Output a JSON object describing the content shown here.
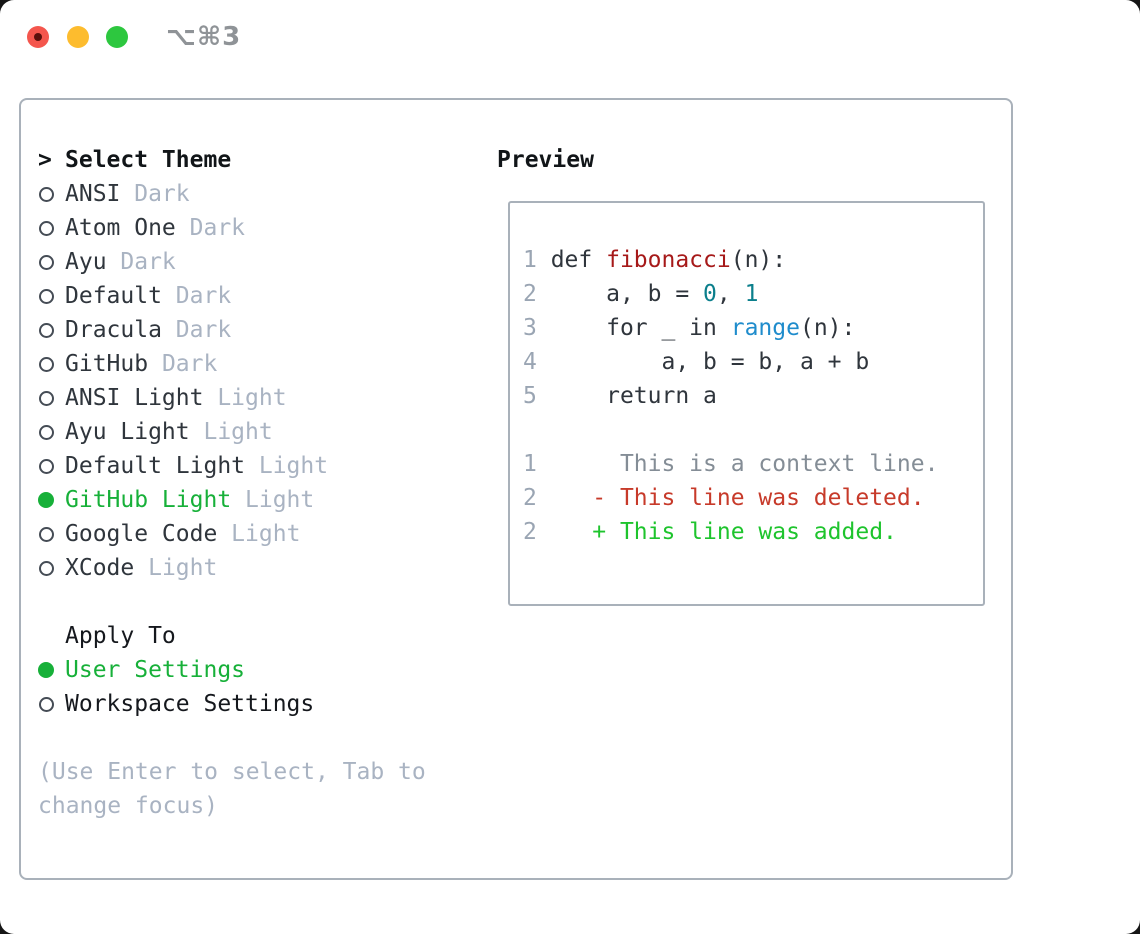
{
  "window": {
    "title": "⌥⌘3"
  },
  "theme_selector": {
    "cursor": ">",
    "header": "Select Theme",
    "items": [
      {
        "name": "ANSI",
        "variant": "Dark",
        "selected": false
      },
      {
        "name": "Atom One",
        "variant": "Dark",
        "selected": false
      },
      {
        "name": "Ayu",
        "variant": "Dark",
        "selected": false
      },
      {
        "name": "Default",
        "variant": "Dark",
        "selected": false
      },
      {
        "name": "Dracula",
        "variant": "Dark",
        "selected": false
      },
      {
        "name": "GitHub",
        "variant": "Dark",
        "selected": false
      },
      {
        "name": "ANSI Light",
        "variant": "Light",
        "selected": false
      },
      {
        "name": "Ayu Light",
        "variant": "Light",
        "selected": false
      },
      {
        "name": "Default Light",
        "variant": "Light",
        "selected": false
      },
      {
        "name": "GitHub Light",
        "variant": "Light",
        "selected": true
      },
      {
        "name": "Google Code",
        "variant": "Light",
        "selected": false
      },
      {
        "name": "XCode",
        "variant": "Light",
        "selected": false
      }
    ]
  },
  "apply_to": {
    "header": "Apply To",
    "options": [
      {
        "label": "User Settings",
        "selected": true
      },
      {
        "label": "Workspace Settings",
        "selected": false
      }
    ]
  },
  "hint": {
    "line1": "(Use Enter to select, Tab to",
    "line2": "change focus)"
  },
  "preview": {
    "header": "Preview",
    "code_lines": [
      {
        "num": "1",
        "tokens": [
          [
            "def ",
            "plain"
          ],
          [
            "fibonacci",
            "function"
          ],
          [
            "(n):",
            "plain"
          ]
        ]
      },
      {
        "num": "2",
        "tokens": [
          [
            "    a, b = ",
            "plain"
          ],
          [
            "0",
            "number"
          ],
          [
            ", ",
            "plain"
          ],
          [
            "1",
            "number"
          ]
        ]
      },
      {
        "num": "3",
        "tokens": [
          [
            "    for _ in ",
            "plain"
          ],
          [
            "range",
            "builtin"
          ],
          [
            "(n):",
            "plain"
          ]
        ]
      },
      {
        "num": "4",
        "tokens": [
          [
            "        a, b = b, a + b",
            "plain"
          ]
        ]
      },
      {
        "num": "5",
        "tokens": [
          [
            "    return a",
            "plain"
          ]
        ]
      },
      {
        "blank": true
      },
      {
        "num": "1",
        "tokens": [
          [
            "     This is a context line.",
            "context"
          ]
        ]
      },
      {
        "num": "2",
        "tokens": [
          [
            "   - This line was deleted.",
            "deleted"
          ]
        ]
      },
      {
        "num": "2",
        "tokens": [
          [
            "   + This line was added.",
            "added"
          ]
        ]
      }
    ]
  },
  "colors": {
    "selection_green": "#17b039",
    "added_green": "#1ec42d",
    "deleted_red": "#c73a2a",
    "function_red": "#a61919",
    "number_teal": "#0b7f8c",
    "builtin_blue": "#1f8ccc",
    "context_gray": "#848d96",
    "line_number_gray": "#9aa5b3",
    "text_primary": "#2f353c",
    "text_muted": "#a9b3c2",
    "light_red": "#f4564d",
    "light_red_dot": "#5a100c",
    "light_yellow": "#fdbc2e",
    "light_green": "#2dc73f"
  }
}
